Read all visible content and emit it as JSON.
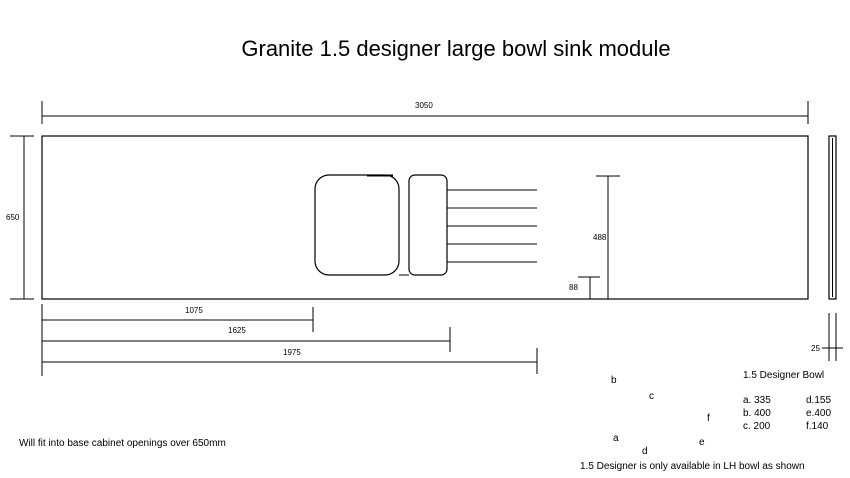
{
  "title": "Granite 1.5 designer large bowl sink module",
  "dimensions": {
    "length": "3050",
    "depth": "650",
    "thickness": "25",
    "bowl_height": "488",
    "drainer_offset": "88",
    "span_1": "1075",
    "span_2": "1625",
    "span_3": "1975"
  },
  "bowl_spec": {
    "heading": "1.5 Designer Bowl",
    "rows": [
      {
        "left": "a.  335",
        "right": "d.155"
      },
      {
        "left": "b.  400",
        "right": "e.400"
      },
      {
        "left": "c.  200",
        "right": "f.140"
      }
    ]
  },
  "diagram_letters": [
    "a",
    "b",
    "c",
    "d",
    "e",
    "f"
  ],
  "notes": {
    "cabinet": "Will fit into base cabinet openings over 650mm",
    "availability": "1.5 Designer is only available in LH bowl as shown"
  }
}
